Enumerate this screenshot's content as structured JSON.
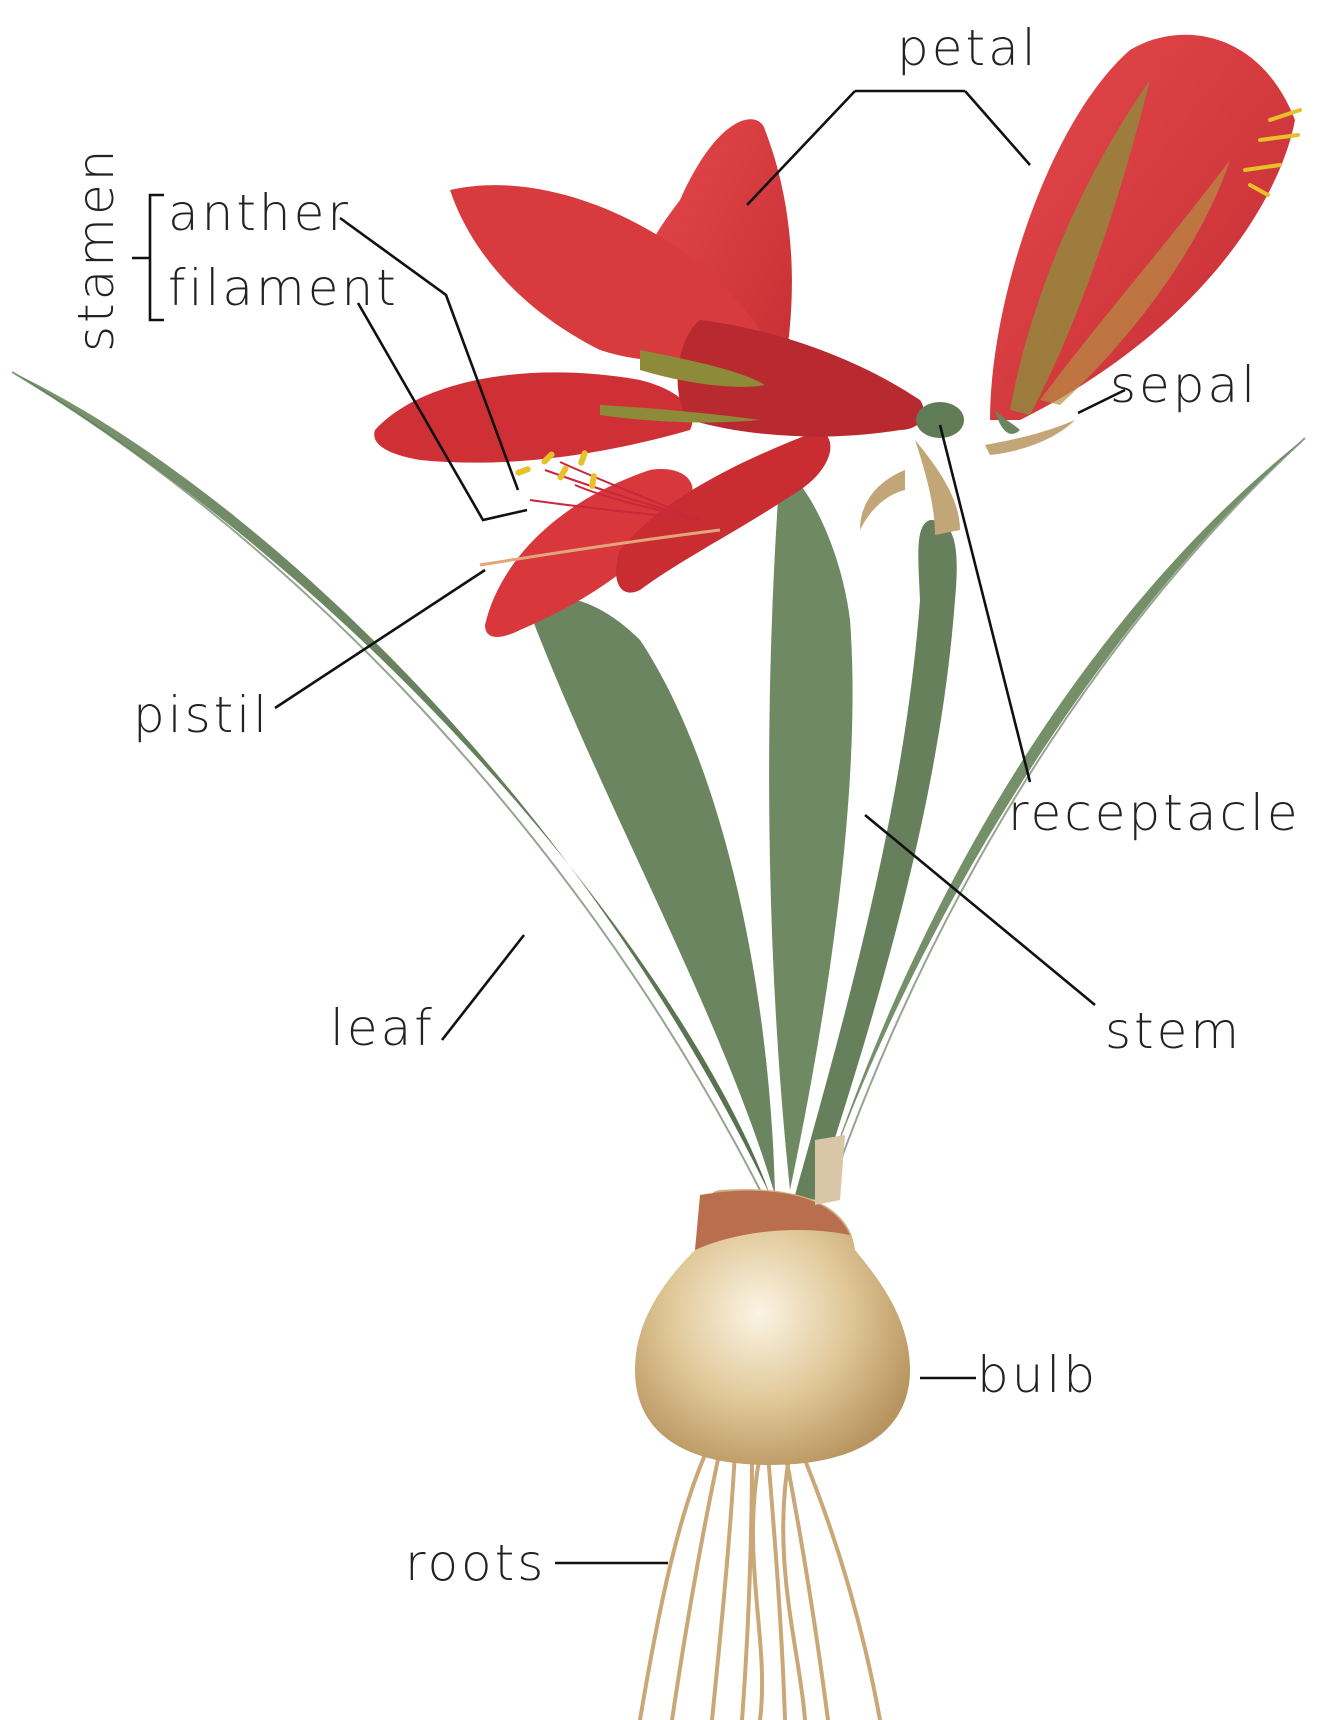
{
  "labels": {
    "petal": "petal",
    "stamen": "stamen",
    "anther": "anther",
    "filament": "filament",
    "sepal": "sepal",
    "pistil": "pistil",
    "receptacle": "receptacle",
    "leaf": "leaf",
    "stem": "stem",
    "bulb": "bulb",
    "roots": "roots"
  },
  "colors": {
    "petal_red": "#d8383c",
    "petal_dark": "#b82a30",
    "leaf_green": "#6f8a63",
    "leaf_dark": "#55704d",
    "bulb_tan": "#d9bf8c",
    "bulb_rust": "#b96e4e",
    "anther_yellow": "#e8c02a",
    "root_tan": "#caa777"
  }
}
